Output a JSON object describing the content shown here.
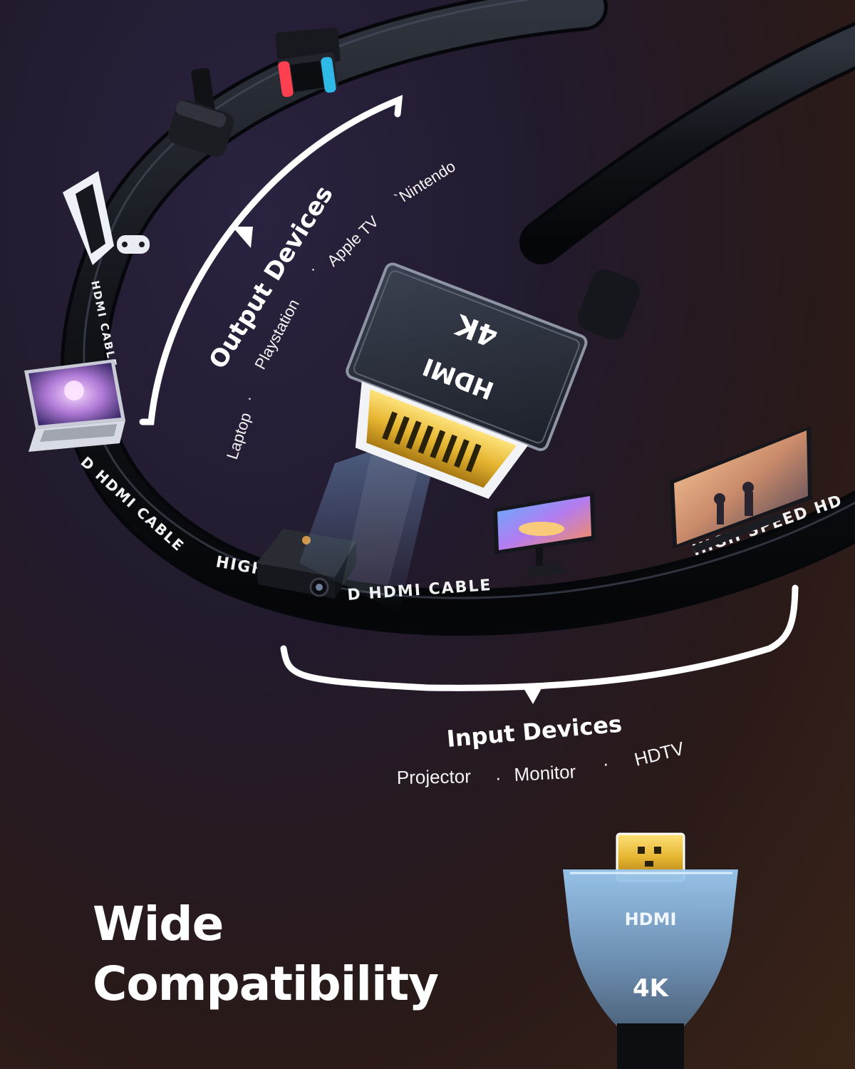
{
  "output": {
    "heading": "Output Devices",
    "items": [
      "Laptop",
      "·",
      "Playstation",
      "·",
      "Apple TV",
      "`Nintendo"
    ]
  },
  "input": {
    "heading": "Input Devices",
    "items": [
      "Projector",
      "·",
      "Monitor",
      "·",
      "HDTV"
    ]
  },
  "cable_print": {
    "left": "D HDMI CABLE",
    "top_left": "HDMI CABLE",
    "bottom_a": "HIGH",
    "bottom_b": "D HDMI CABLE",
    "right": "HIGH SPEED HD"
  },
  "connector": {
    "brand": "HDMI",
    "resolution": "4K"
  },
  "badge": {
    "brand": "HDMI",
    "resolution": "4K"
  },
  "title": {
    "line1": "Wide",
    "line2": "Compatibility"
  },
  "colors": {
    "gold": "#e6b531",
    "cable": "#14161c",
    "glow": "#7fb6ff"
  },
  "icons": [
    "nintendo-switch-icon",
    "apple-tv-icon",
    "playstation-icon",
    "laptop-icon",
    "projector-icon",
    "monitor-icon",
    "hdtv-icon"
  ]
}
